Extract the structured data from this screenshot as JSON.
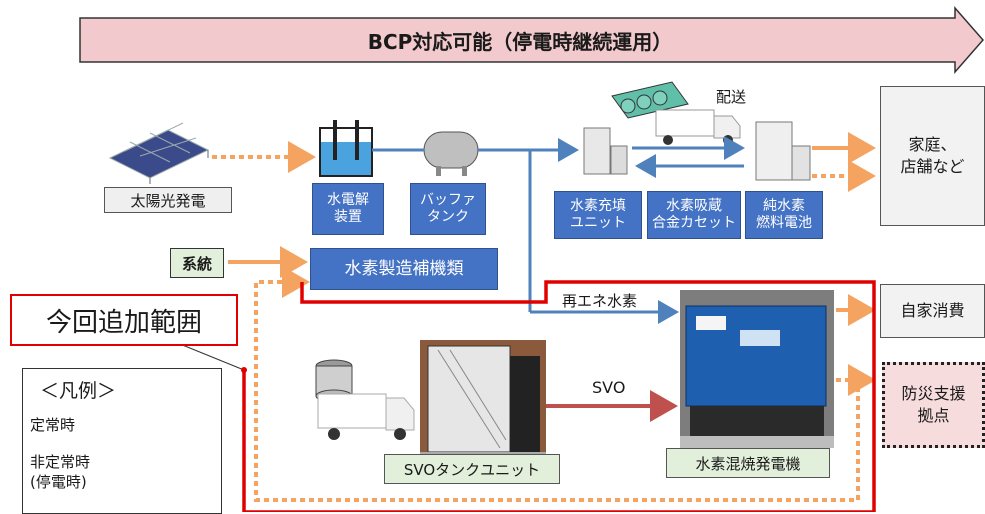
{
  "banner": {
    "title": "BCP対応可能（停電時継続運用）"
  },
  "nodes": {
    "solar": "太陽光発電",
    "electrolysis": "水電解\n装置",
    "buffer_tank": "バッファ\nタンク",
    "filling_unit": "水素充填\nユニット",
    "storage_cassette": "水素吸蔵\n合金カセット",
    "fuel_cell": "純水素\n燃料電池",
    "delivery": "配送",
    "households": "家庭、\n店舗など",
    "grid": "系統",
    "aux_equipment": "水素製造補機類",
    "scope": "今回追加範囲",
    "renewable_h2": "再エネ水素",
    "self_consumption": "自家消費",
    "disaster_base": "防災支援\n拠点",
    "svo": "SVO",
    "svo_tank": "SVOタンクユニット",
    "generator": "水素混焼発電機"
  },
  "legend": {
    "title": "＜凡例＞",
    "normal": "定常時",
    "outage": "非定常時\n(停電時)"
  },
  "colors": {
    "banner_fill": "#f2c9cc",
    "pipe_blue": "#4f81bd",
    "arrow_orange": "#f4a460",
    "scope_red": "#e00000",
    "svo_arrow": "#c0504d"
  }
}
